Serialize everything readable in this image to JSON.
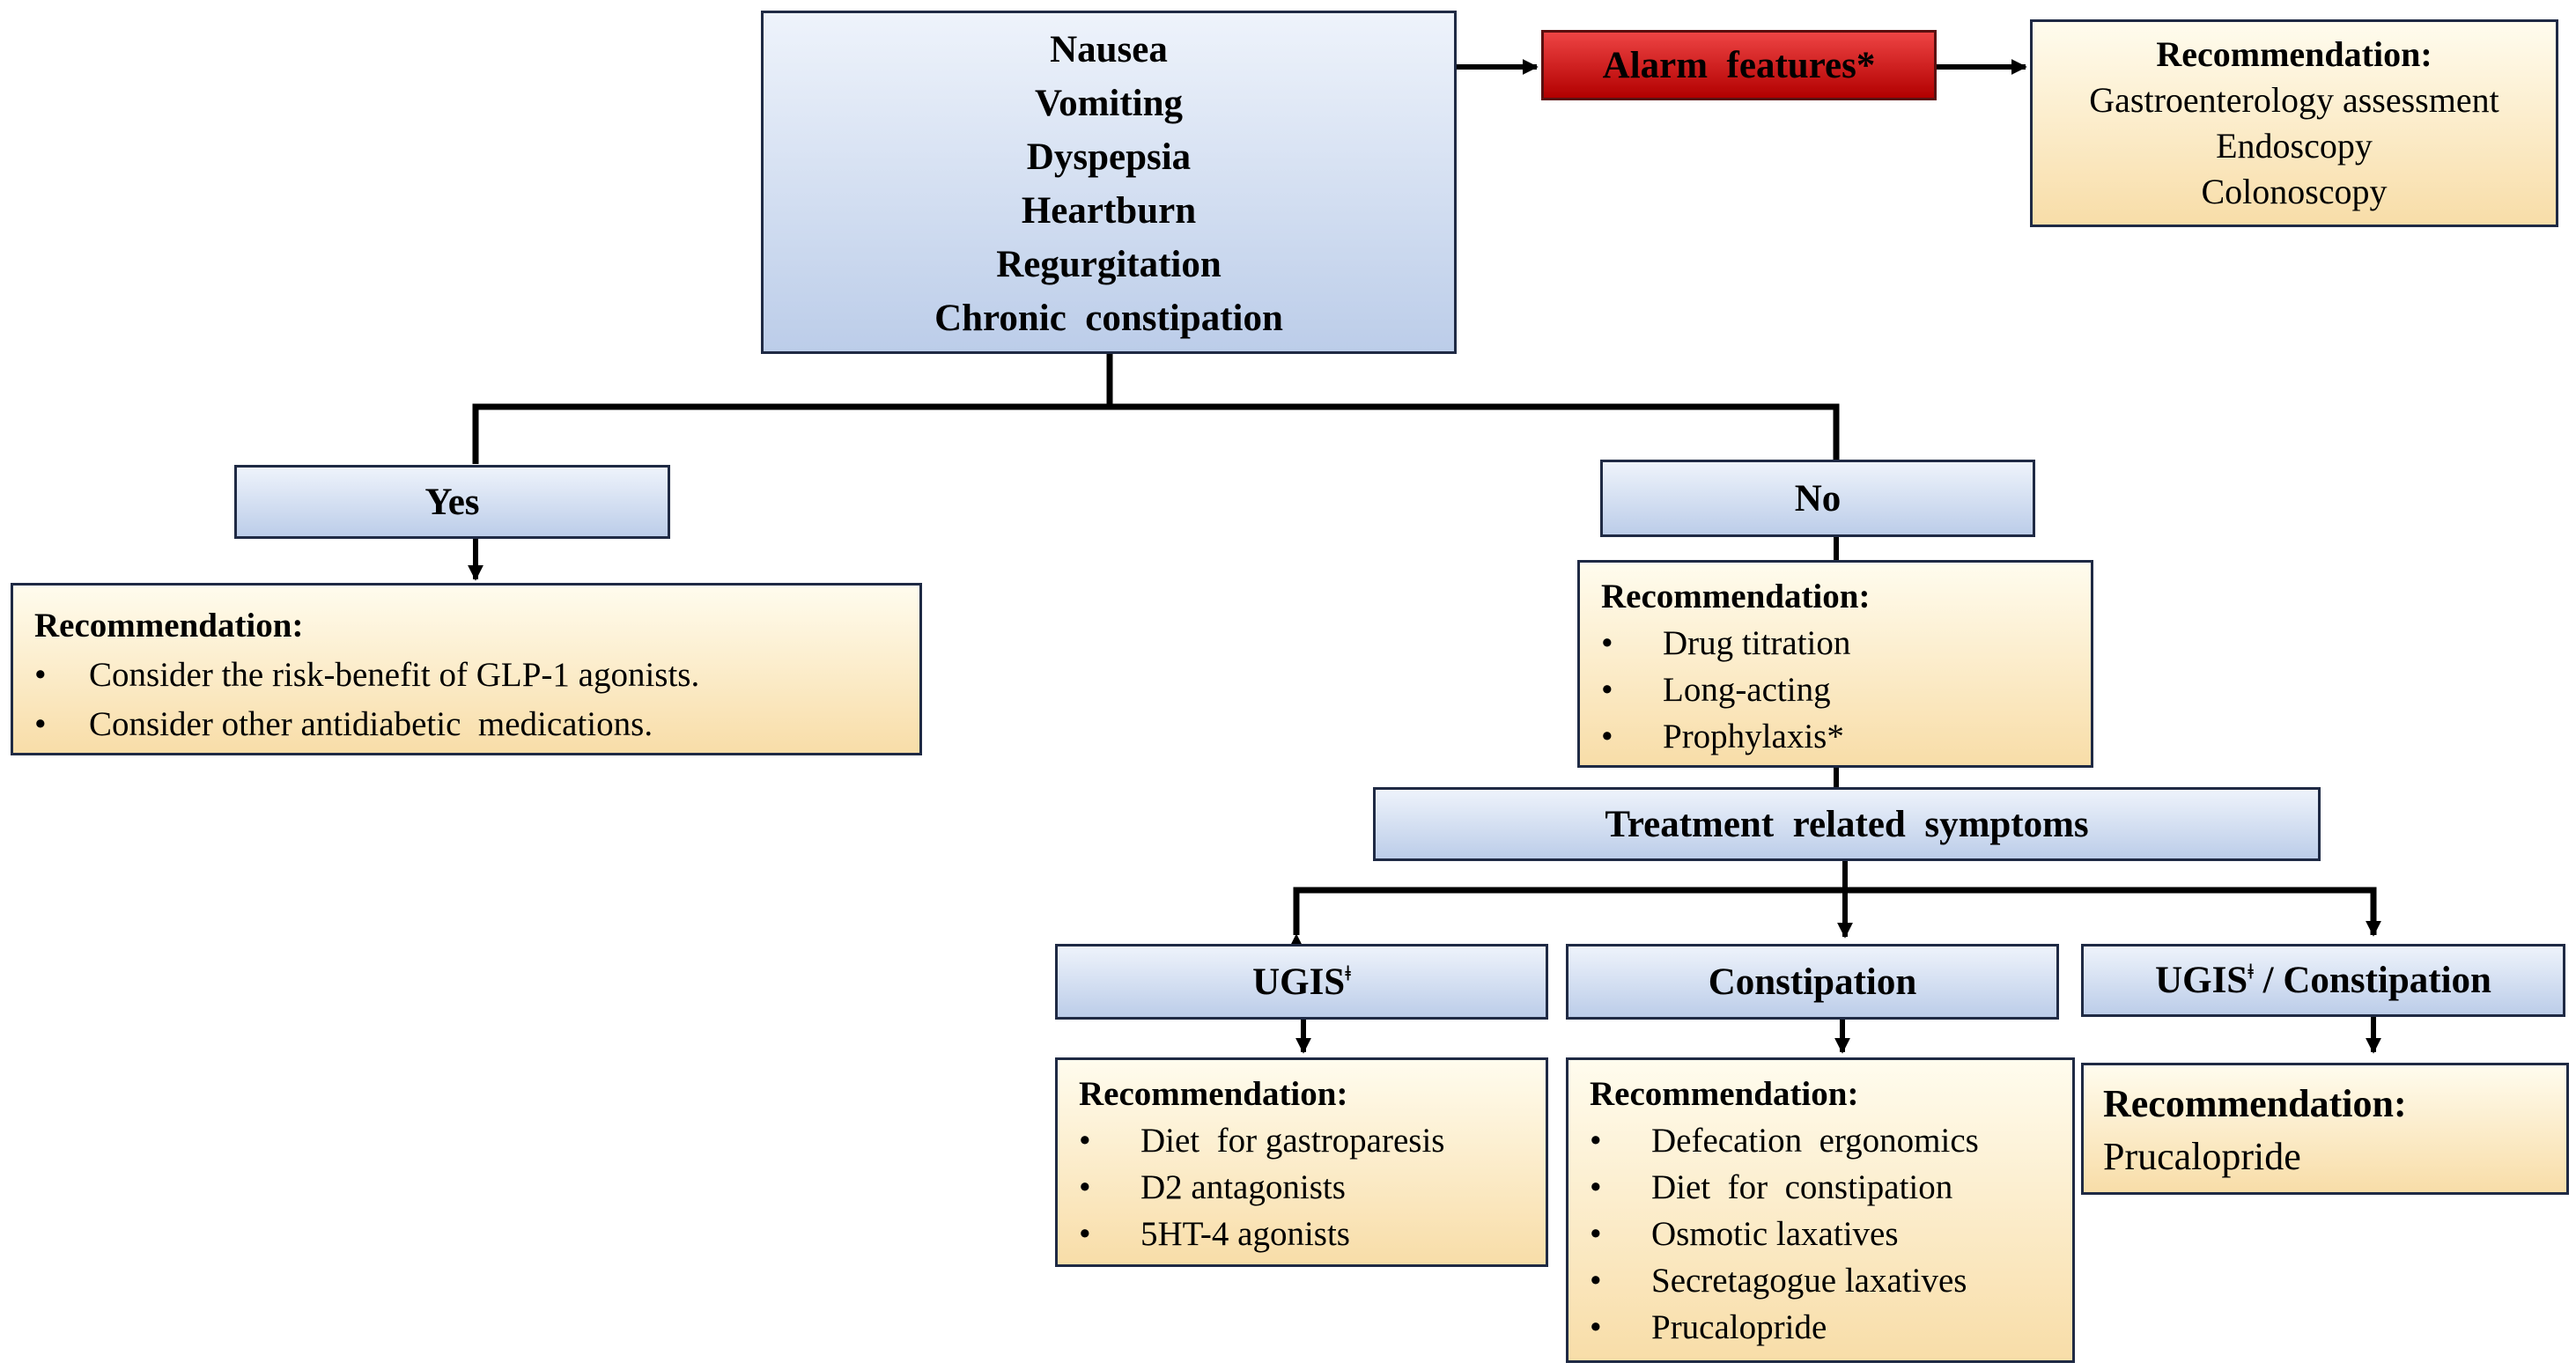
{
  "symptoms": [
    "Nausea",
    "Vomiting",
    "Dyspepsia",
    "Heartburn",
    "Regurgitation",
    "Chronic  constipation"
  ],
  "alarm": "Alarm  features*",
  "alarm_rec": {
    "title": "Recommendation:",
    "items": [
      "Gastroenterology assessment",
      "Endoscopy",
      "Colonoscopy"
    ]
  },
  "yes": {
    "label": "Yes",
    "rec_title": "Recommendation:",
    "items": [
      "Consider the risk-benefit of GLP-1 agonists.",
      "Consider other antidiabetic  medications."
    ]
  },
  "no": {
    "label": "No",
    "rec_title": "Recommendation:",
    "items": [
      "Drug titration",
      "Long-acting",
      "Prophylaxis*"
    ]
  },
  "treatment": "Treatment  related  symptoms",
  "branches": {
    "ugis": {
      "label": "UGIS",
      "sup": "ǂ",
      "rec_title": "Recommendation:",
      "items": [
        "Diet  for gastroparesis",
        "D2 antagonists",
        "5HT-4 agonists"
      ]
    },
    "constipation": {
      "label": "Constipation",
      "rec_title": "Recommendation:",
      "items": [
        "Defecation  ergonomics",
        "Diet  for  constipation",
        "Osmotic laxatives",
        "Secretagogue laxatives",
        "Prucalopride"
      ]
    },
    "both": {
      "label_a": "UGIS",
      "sup": "ǂ",
      "label_b": " / Constipation",
      "rec_title": "Recommendation:",
      "rec_text": "Prucalopride"
    }
  }
}
